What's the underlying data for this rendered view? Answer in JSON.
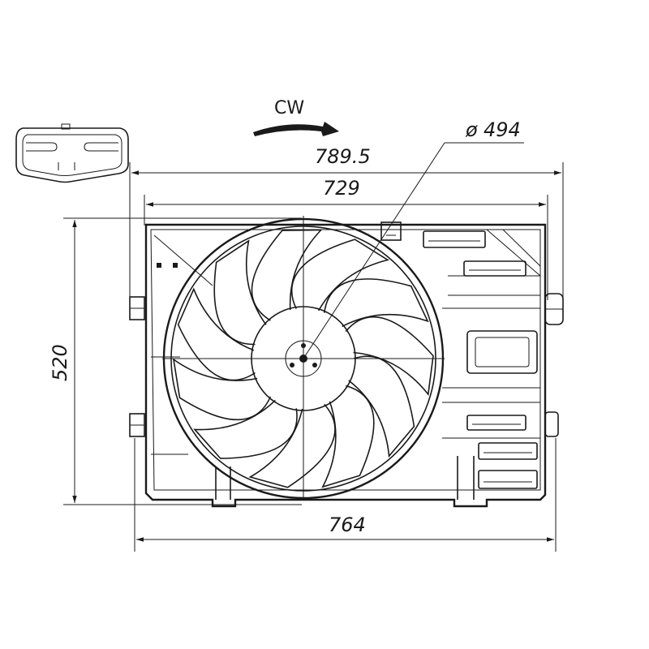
{
  "rotation": {
    "label": "CW"
  },
  "dimensions": {
    "fan_diameter": "494",
    "diameter_symbol": "ø",
    "overall_width": "789.5",
    "frame_width": "729",
    "bottom_width": "764",
    "height": "520"
  },
  "fan": {
    "blade_count": 11
  }
}
